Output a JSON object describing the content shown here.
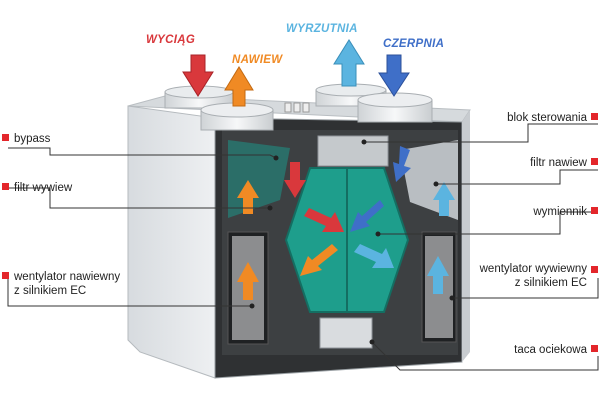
{
  "flow_labels": {
    "wyciag": {
      "text": "WYCIĄG",
      "color": "#d9383c"
    },
    "nawiew": {
      "text": "NAWIEW",
      "color": "#f08a24"
    },
    "wyrzutnia": {
      "text": "WYRZUTNIA",
      "color": "#5bb4e0"
    },
    "czerpnia": {
      "text": "CZERPNIA",
      "color": "#3f6fc8"
    }
  },
  "callouts_left": [
    {
      "text": "bypass"
    },
    {
      "text": "filtr wywiew"
    },
    {
      "line1": "wentylator nawiewny",
      "line2": "z silnikiem EC"
    }
  ],
  "callouts_right": [
    {
      "text": "blok sterowania"
    },
    {
      "text": "filtr nawiew"
    },
    {
      "text": "wymiennik"
    },
    {
      "line1": "wentylator wywiewny",
      "line2": "z silnikiem EC"
    },
    {
      "text": "taca ociekowa"
    }
  ],
  "colors": {
    "marker": "#e3262b",
    "exchanger": "#1e9e8c",
    "housing": "#e2e5e8",
    "inner": "#3a3a3a"
  },
  "icons": [
    "arrow-up-icon",
    "arrow-down-icon",
    "callout-marker-icon"
  ]
}
